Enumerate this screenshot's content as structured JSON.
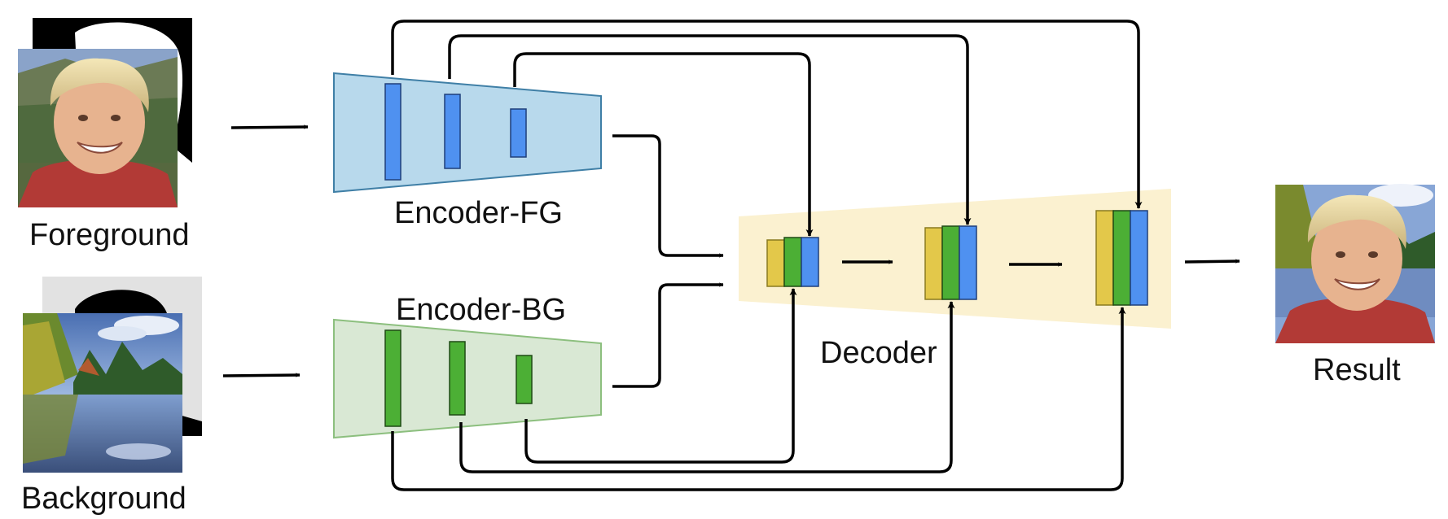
{
  "labels": {
    "foreground": "Foreground",
    "background": "Background",
    "encoder_fg": "Encoder-FG",
    "encoder_bg": "Encoder-BG",
    "decoder": "Decoder",
    "result": "Result"
  },
  "colors": {
    "encoder_fg_fill": "#b8d9ec",
    "encoder_fg_stroke": "#3f7fa6",
    "encoder_bg_fill": "#d9e8d4",
    "encoder_bg_stroke": "#8cbf7e",
    "decoder_fill": "#fbf1d0",
    "feature_blue": "#4f91f0",
    "feature_green": "#4caf35",
    "feature_yellow": "#e3c84a",
    "arrow": "#000000"
  }
}
